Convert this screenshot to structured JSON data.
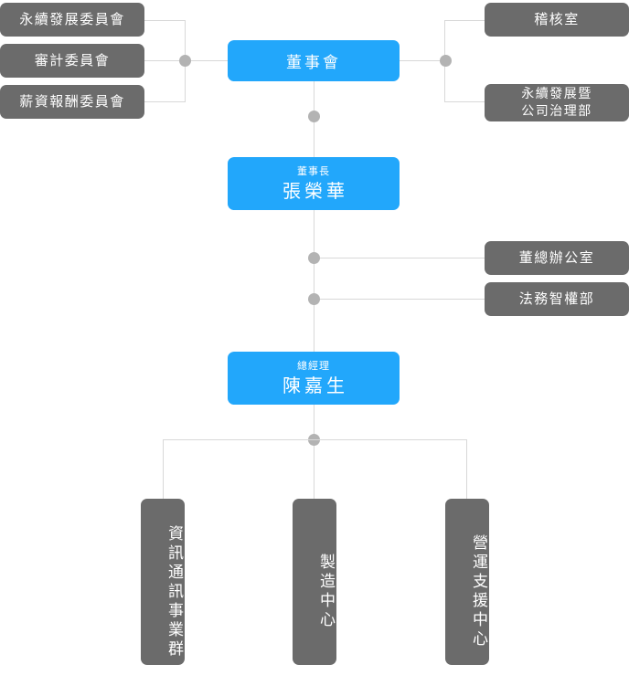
{
  "chart": {
    "title": "Organization Chart",
    "colors": {
      "blue": "#22a7fb",
      "gray": "#6b6b6b",
      "line": "#d8d8d8",
      "dot": "#b3b3b3",
      "text": "#ffffff",
      "background": "#ffffff"
    },
    "nodes": {
      "committees": [
        {
          "label": "永續發展委員會"
        },
        {
          "label": "審計委員會"
        },
        {
          "label": "薪資報酬委員會"
        }
      ],
      "board": {
        "label": "董事會"
      },
      "board_right": [
        {
          "label": "稽核室"
        },
        {
          "label_line1": "永續發展暨",
          "label_line2": "公司治理部"
        }
      ],
      "chairman": {
        "role": "董事長",
        "name": "張榮華"
      },
      "chairman_right": [
        {
          "label": "董總辦公室"
        },
        {
          "label": "法務智權部"
        }
      ],
      "general_manager": {
        "role": "總經理",
        "name": "陳嘉生"
      },
      "divisions": [
        {
          "label": "資訊通訊事業群"
        },
        {
          "label": "製造中心"
        },
        {
          "label": "營運支援中心"
        }
      ]
    }
  }
}
